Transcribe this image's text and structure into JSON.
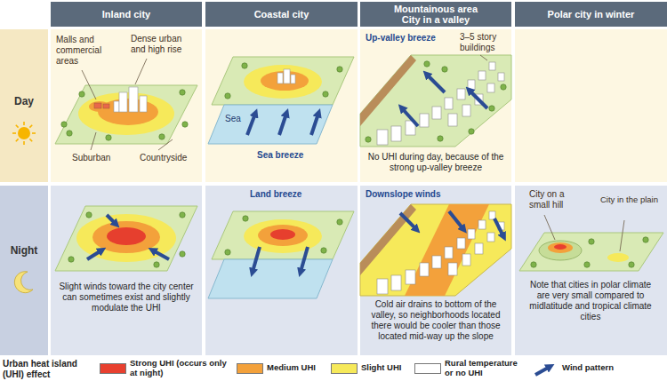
{
  "diagram": {
    "nodes": [
      {
        "text": [
          "Inland city"
        ]
      },
      {
        "text": [
          "Coastal city"
        ]
      },
      {
        "text": [
          "Mountainous area City in a valley"
        ]
      },
      {
        "text": [
          "Polar city in winter"
        ]
      },
      {
        "text": [
          "Day"
        ]
      },
      {
        "text": [
          "Malls and commercial areas",
          "Dense urban and high rise",
          "Suburban",
          "Countryside"
        ]
      },
      {
        "text": [
          "Sea",
          "Sea breeze"
        ]
      },
      {
        "text": [
          "Up-valley breeze",
          "3–5 story buildings",
          "No UHI during day, because of the strong up-valley breeze"
        ]
      },
      {
        "text": [
          "Night"
        ]
      },
      {
        "text": [
          "Slight winds toward the city center can sometimes exist and slightly modulate the UHI"
        ]
      },
      {
        "text": [
          "Land breeze"
        ]
      },
      {
        "text": [
          "Downslope winds",
          "Cold air drains to bottom of the valley, so neighborhoods located there would be cooler than those located mid-way up the slope"
        ]
      },
      {
        "text": [
          "City on a small hill",
          "City in the plain",
          "Note that cities in polar climate are very small compared to midlatitude and tropical climate cities"
        ]
      }
    ],
    "labels": [
      "Urban heat island (UHI) effect"
    ],
    "legend": [
      {
        "text": "Strong UHI (occurs only at night)",
        "color": "#e8402f"
      },
      {
        "text": "Medium UHI",
        "color": "#f3a13b"
      },
      {
        "text": "Slight UHI",
        "color": "#f6e95a"
      },
      {
        "text": "Rural temperature or no UHI",
        "color": "#ffffff"
      },
      {
        "text": "Wind pattern"
      }
    ]
  }
}
